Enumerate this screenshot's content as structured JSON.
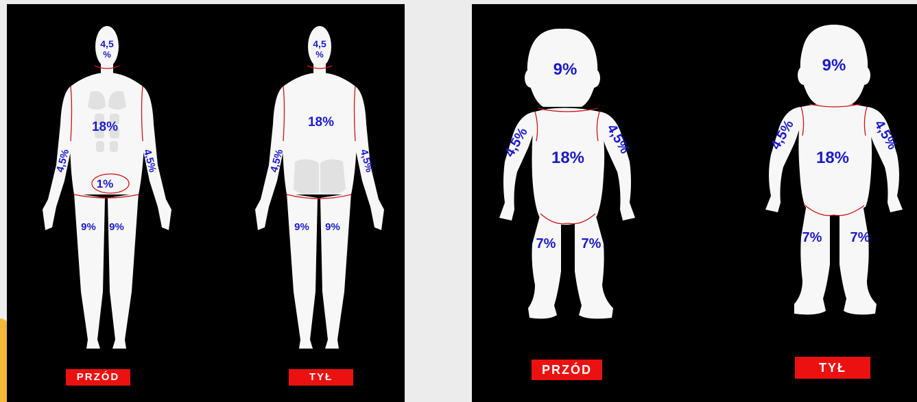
{
  "adult": {
    "head_front": "4,5",
    "head_front_unit": "%",
    "head_back": "4,5",
    "head_back_unit": "%",
    "torso_front": "18%",
    "torso_back": "18%",
    "genitals": "1%",
    "arm_left_front": "4,5%",
    "arm_right_front": "4,5%",
    "arm_left_back": "4,5%",
    "arm_right_back": "4,5%",
    "leg_left_front": "9%",
    "leg_right_front": "9%",
    "leg_left_back": "9%",
    "leg_right_back": "9%",
    "front_label": "PRZÓD",
    "back_label": "TYŁ"
  },
  "child": {
    "head_front": "9%",
    "head_back": "9%",
    "torso_front": "18%",
    "torso_back": "18%",
    "arm_left_front": "4,5%",
    "arm_right_front": "4,5%",
    "arm_left_back": "4,5%",
    "arm_right_back": "4,5%",
    "leg_left_front": "7%",
    "leg_right_front": "7%",
    "leg_left_back": "7%",
    "leg_right_back": "7%",
    "front_label": "PRZÓD",
    "back_label": "TYŁ"
  },
  "colors": {
    "panel_background": "#000000",
    "body_fill": "#f7f7f7",
    "region_line": "#cc1111",
    "percent_text": "#1a1ac8",
    "label_background": "#ec1111",
    "label_text": "#ffffff",
    "accent": "#f4b73a"
  }
}
